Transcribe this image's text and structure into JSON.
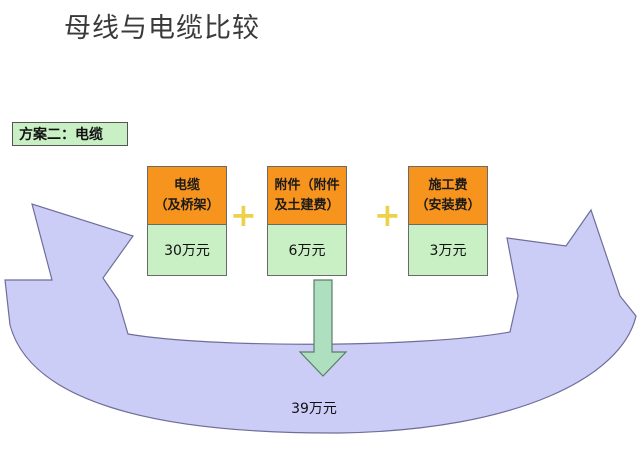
{
  "title": "母线与电缆比较",
  "scheme_label": "方案二：电缆",
  "boxes": [
    {
      "head_line1": "电缆",
      "head_line2": "（及桥架）",
      "value": "30万元"
    },
    {
      "head_line1": "附件（附件",
      "head_line2": "及土建费）",
      "value": "6万元"
    },
    {
      "head_line1": "施工费",
      "head_line2": "（安装费）",
      "value": "3万元"
    }
  ],
  "operators": [
    "+",
    "+"
  ],
  "total": "39万元",
  "colors": {
    "box_head": "#f7941d",
    "box_value": "#c9efc4",
    "plus": "#ecd24a",
    "arc_fill": "#cccdf6",
    "down_arrow": "#aee0bf"
  }
}
